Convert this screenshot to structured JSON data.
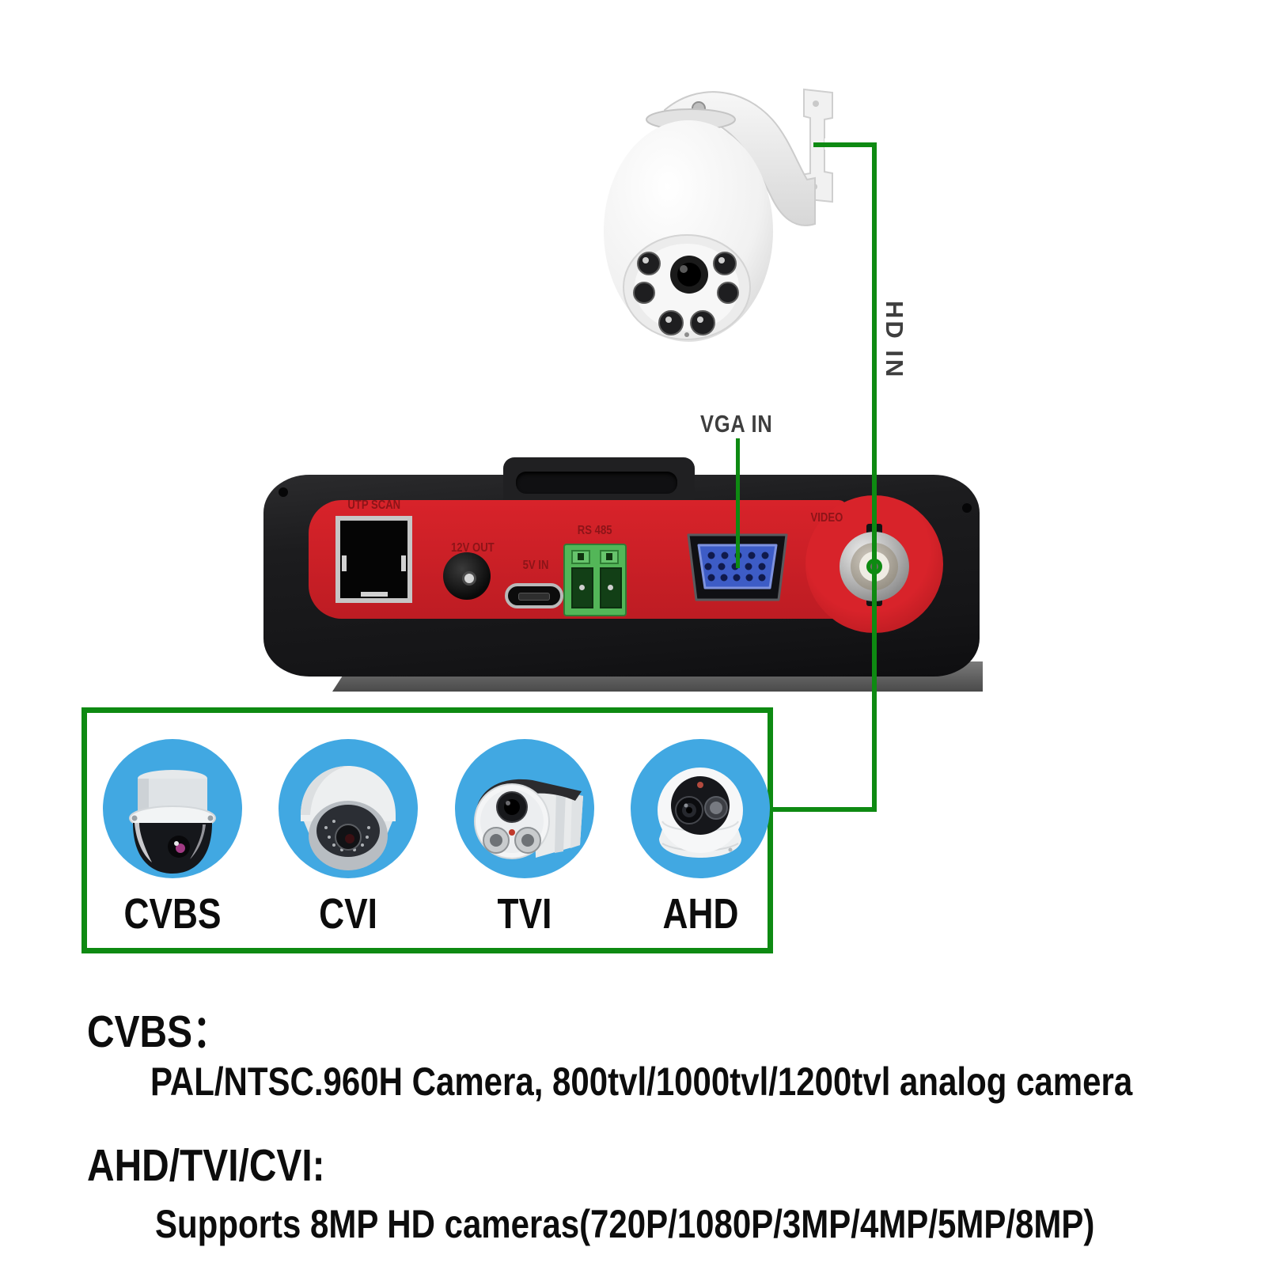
{
  "connections": {
    "hd_in_label": "HD IN",
    "vga_in_label": "VGA IN"
  },
  "device": {
    "port_labels": {
      "utp_scan": "UTP SCAN",
      "v12_out": "12V OUT",
      "v5_in": "5V IN",
      "rs485": "RS 485",
      "video": "VIDEO"
    }
  },
  "camera_box": {
    "items": [
      {
        "label": "CVBS",
        "icon": "ptz-dome-camera"
      },
      {
        "label": "CVI",
        "icon": "vandal-dome-camera"
      },
      {
        "label": "TVI",
        "icon": "bullet-camera"
      },
      {
        "label": "AHD",
        "icon": "turret-camera"
      }
    ]
  },
  "description": {
    "cvbs_heading": "CVBS：",
    "cvbs_text": "PAL/NTSC.960H Camera, 800tvl/1000tvl/1200tvl analog camera",
    "ahd_heading": "AHD/TVI/CVI:",
    "ahd_text": "Supports 8MP HD cameras(720P/1080P/3MP/4MP/5MP/8MP)"
  },
  "colors": {
    "accent_green": "#0e8a12",
    "circle_blue": "#41a8e2",
    "device_red": "#d8232a",
    "label_dark_red": "#8c1418",
    "connector_label_gray": "#3e3e3e"
  }
}
